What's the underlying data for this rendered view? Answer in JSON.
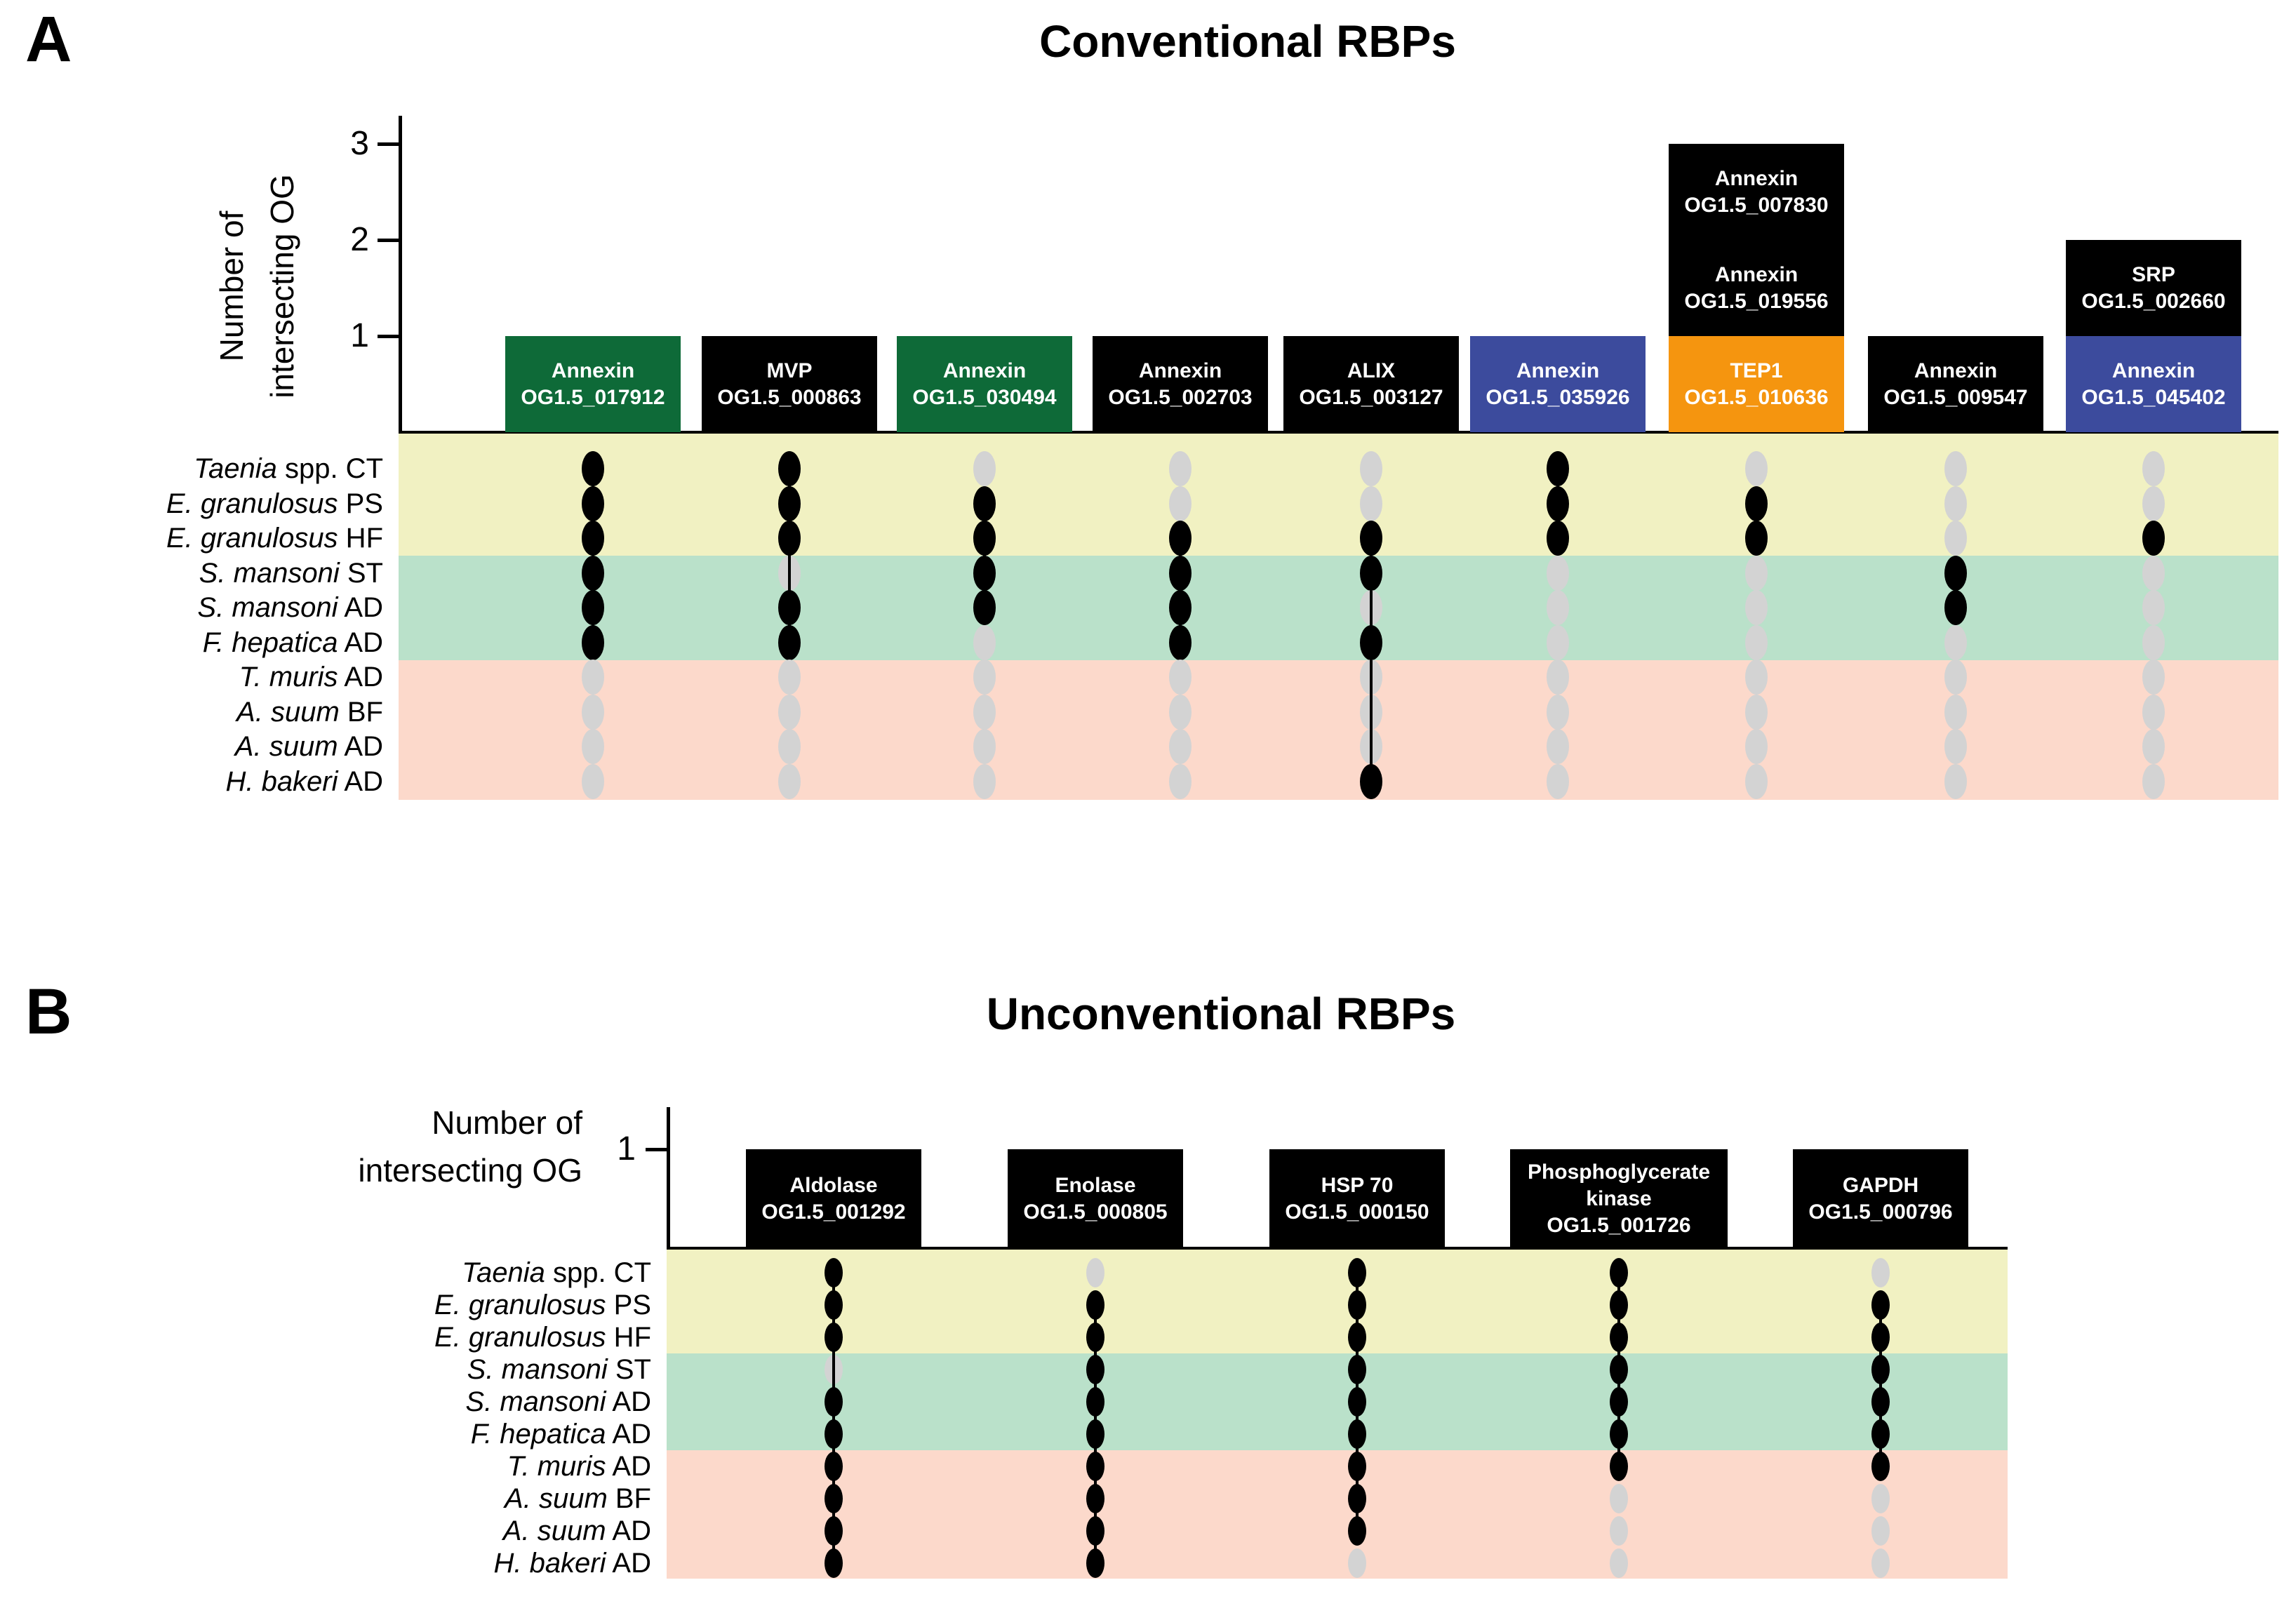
{
  "colors": {
    "bar_green": "#0e6a38",
    "bar_black": "#000000",
    "bar_blue": "#3c4b9d",
    "bar_orange": "#f5950f",
    "band_yellow": "#f1f1c2",
    "band_green": "#bae1ca",
    "band_pink": "#fcd9cb",
    "dot_filled": "#000000",
    "dot_empty": "#d3d3d3",
    "text_on_bar": "#ffffff"
  },
  "chart_data": [
    {
      "type": "upset",
      "panel_letter": "A",
      "title": "Conventional RBPs",
      "ylabel_lines": [
        "Number of",
        "intersecting OG"
      ],
      "yticks": [
        1,
        2,
        3
      ],
      "ylim": [
        0,
        3
      ],
      "legend_position": "none",
      "grid": false,
      "rows": [
        {
          "em": "Taenia",
          "rest": " spp. CT",
          "band": "yellow"
        },
        {
          "em": "E. granulosus",
          "rest": " PS",
          "band": "yellow"
        },
        {
          "em": "E. granulosus",
          "rest": " HF",
          "band": "yellow"
        },
        {
          "em": "S. mansoni",
          "rest": " ST",
          "band": "green"
        },
        {
          "em": "S. mansoni",
          "rest": " AD",
          "band": "green"
        },
        {
          "em": "F. hepatica",
          "rest": " AD",
          "band": "green"
        },
        {
          "em": "T. muris",
          "rest": " AD",
          "band": "pink"
        },
        {
          "em": "A. suum",
          "rest": " BF",
          "band": "pink"
        },
        {
          "em": "A. suum",
          "rest": " AD",
          "band": "pink"
        },
        {
          "em": "H. bakeri",
          "rest": " AD",
          "band": "pink"
        }
      ],
      "values": [
        1,
        1,
        1,
        1,
        1,
        1,
        3,
        1,
        2
      ],
      "columns": [
        {
          "filled_rows": [
            1,
            2,
            3,
            4,
            5,
            6
          ],
          "cells": [
            {
              "level": 1,
              "color": "green",
              "lines": [
                "Annexin",
                "OG1.5_017912"
              ]
            }
          ]
        },
        {
          "filled_rows": [
            1,
            2,
            3,
            5,
            6
          ],
          "cells": [
            {
              "level": 1,
              "color": "black",
              "lines": [
                "MVP",
                "OG1.5_000863"
              ]
            }
          ]
        },
        {
          "filled_rows": [
            2,
            3,
            4,
            5
          ],
          "cells": [
            {
              "level": 1,
              "color": "green",
              "lines": [
                "Annexin",
                "OG1.5_030494"
              ]
            }
          ]
        },
        {
          "filled_rows": [
            3,
            4,
            5,
            6
          ],
          "cells": [
            {
              "level": 1,
              "color": "black",
              "lines": [
                "Annexin",
                "OG1.5_002703"
              ]
            }
          ]
        },
        {
          "filled_rows": [
            3,
            4,
            6,
            10
          ],
          "cells": [
            {
              "level": 1,
              "color": "black",
              "lines": [
                "ALIX",
                "OG1.5_003127"
              ]
            }
          ]
        },
        {
          "filled_rows": [
            1,
            2,
            3
          ],
          "cells": [
            {
              "level": 1,
              "color": "blue",
              "lines": [
                "Annexin",
                "OG1.5_035926"
              ]
            }
          ]
        },
        {
          "filled_rows": [
            2,
            3
          ],
          "cells": [
            {
              "level": 1,
              "color": "orange",
              "lines": [
                "TEP1",
                "OG1.5_010636"
              ]
            },
            {
              "level": 2,
              "color": "black",
              "lines": [
                "Annexin",
                "OG1.5_019556"
              ]
            },
            {
              "level": 3,
              "color": "black",
              "lines": [
                "Annexin",
                "OG1.5_007830"
              ]
            }
          ]
        },
        {
          "filled_rows": [
            4,
            5
          ],
          "cells": [
            {
              "level": 1,
              "color": "black",
              "lines": [
                "Annexin",
                "OG1.5_009547"
              ]
            }
          ]
        },
        {
          "filled_rows": [
            3
          ],
          "cells": [
            {
              "level": 1,
              "color": "blue",
              "lines": [
                "Annexin",
                "OG1.5_045402"
              ]
            },
            {
              "level": 2,
              "color": "black",
              "lines": [
                "SRP",
                "OG1.5_002660"
              ]
            }
          ]
        }
      ]
    },
    {
      "type": "upset",
      "panel_letter": "B",
      "title": "Unconventional RBPs",
      "ylabel_lines": [
        "Number of",
        "intersecting OG"
      ],
      "yticks": [
        1
      ],
      "ylim": [
        0,
        1
      ],
      "legend_position": "none",
      "grid": false,
      "rows": [
        {
          "em": "Taenia",
          "rest": " spp. CT",
          "band": "yellow"
        },
        {
          "em": "E. granulosus",
          "rest": " PS",
          "band": "yellow"
        },
        {
          "em": "E. granulosus",
          "rest": " HF",
          "band": "yellow"
        },
        {
          "em": "S. mansoni",
          "rest": " ST",
          "band": "green"
        },
        {
          "em": "S. mansoni",
          "rest": " AD",
          "band": "green"
        },
        {
          "em": "F. hepatica",
          "rest": " AD",
          "band": "green"
        },
        {
          "em": "T. muris",
          "rest": " AD",
          "band": "pink"
        },
        {
          "em": "A. suum",
          "rest": " BF",
          "band": "pink"
        },
        {
          "em": "A. suum",
          "rest": " AD",
          "band": "pink"
        },
        {
          "em": "H. bakeri",
          "rest": " AD",
          "band": "pink"
        }
      ],
      "values": [
        1,
        1,
        1,
        1,
        1
      ],
      "columns": [
        {
          "filled_rows": [
            1,
            2,
            3,
            5,
            6,
            7,
            8,
            9,
            10
          ],
          "cells": [
            {
              "level": 1,
              "color": "black",
              "lines": [
                "Aldolase",
                "OG1.5_001292"
              ]
            }
          ]
        },
        {
          "filled_rows": [
            2,
            3,
            4,
            5,
            6,
            7,
            8,
            9,
            10
          ],
          "cells": [
            {
              "level": 1,
              "color": "black",
              "lines": [
                "Enolase",
                "OG1.5_000805"
              ]
            }
          ]
        },
        {
          "filled_rows": [
            1,
            2,
            3,
            4,
            5,
            6,
            7,
            8,
            9
          ],
          "cells": [
            {
              "level": 1,
              "color": "black",
              "lines": [
                "HSP 70",
                "OG1.5_000150"
              ]
            }
          ]
        },
        {
          "filled_rows": [
            1,
            2,
            3,
            4,
            5,
            6,
            7
          ],
          "cells": [
            {
              "level": 1,
              "color": "black",
              "lines": [
                "Phosphoglycerate",
                "kinase",
                "OG1.5_001726"
              ]
            }
          ]
        },
        {
          "filled_rows": [
            2,
            3,
            4,
            5,
            6,
            7
          ],
          "cells": [
            {
              "level": 1,
              "color": "black",
              "lines": [
                "GAPDH",
                "OG1.5_000796"
              ]
            }
          ]
        }
      ]
    }
  ]
}
